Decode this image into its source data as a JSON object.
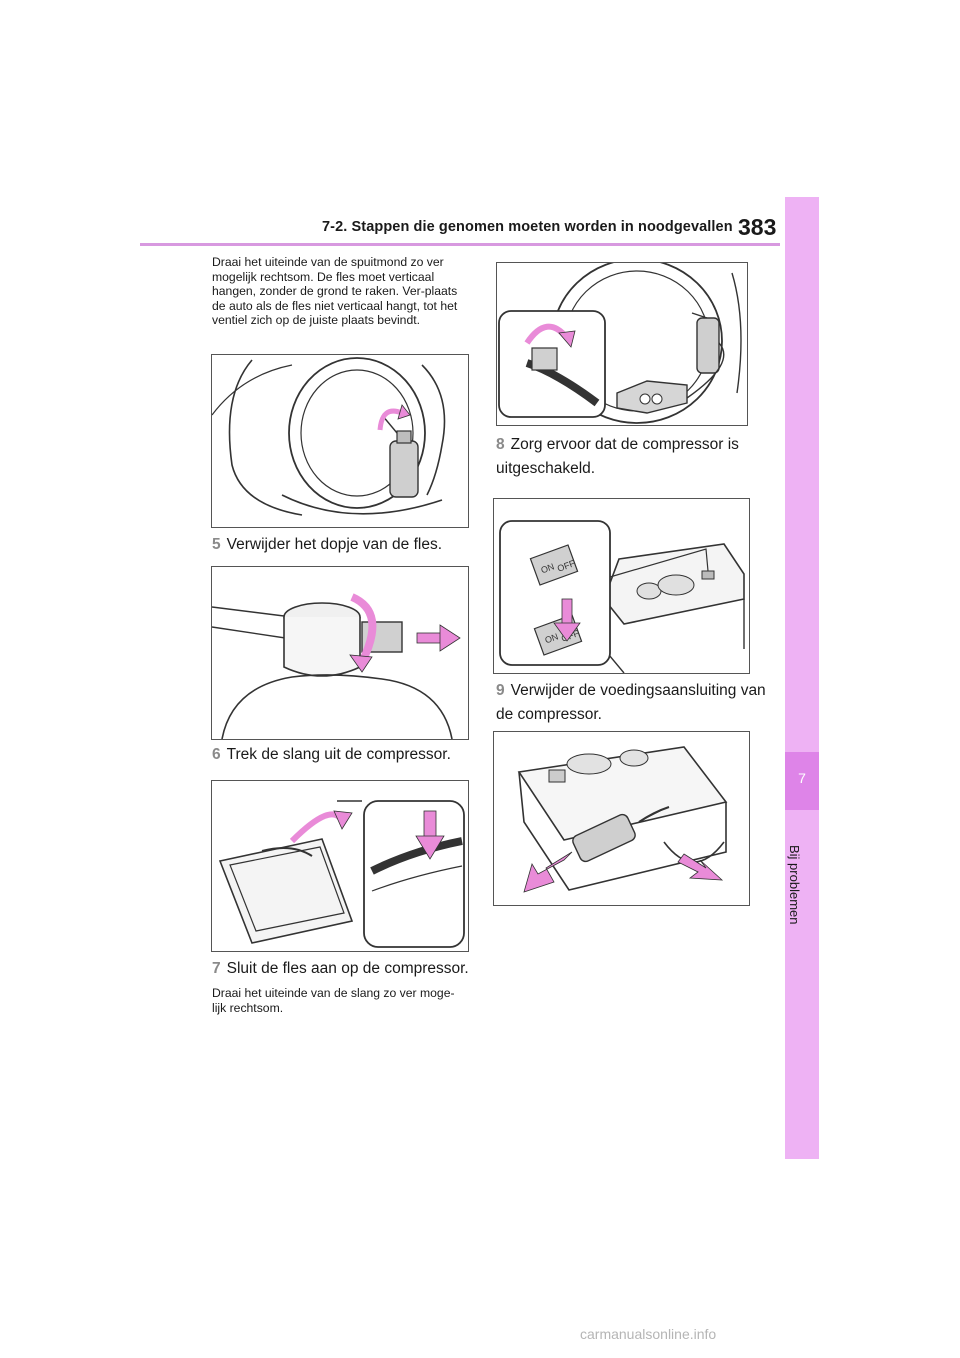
{
  "header": {
    "section_title": "7-2. Stappen die genomen moeten worden in noodgevallen",
    "page_number": "383"
  },
  "side_tab": {
    "chapter_number": "7",
    "chapter_label": "Bij problemen"
  },
  "left_column": {
    "intro_text": "Draai het uiteinde van de spuitmond zo ver mogelijk rechtsom. De fles moet verticaal hangen, zonder de grond te raken. Ver-plaats de auto als de fles niet verticaal hangt, tot het ventiel zich op de juiste plaats bevindt.",
    "step5_number": "5",
    "step5_text": "Verwijder het dopje van de fles.",
    "step6_number": "6",
    "step6_text": "Trek de slang uit de compressor.",
    "step7_number": "7",
    "step7_text": "Sluit de fles aan op de compressor.",
    "step7_note": "Draai het uiteinde van de slang zo ver moge-lijk rechtsom."
  },
  "right_column": {
    "step8_number": "8",
    "step8_text": "Zorg ervoor dat de compressor is uitgeschakeld.",
    "step9_number": "9",
    "step9_text": "Verwijder de voedingsaansluiting van de compressor."
  },
  "figure_labels": {
    "switch_on": "ON",
    "switch_off": "OFF"
  },
  "footer": {
    "watermark": "carmanualsonline.info"
  },
  "colors": {
    "accent_pink": "#eeb2f4",
    "accent_pink_dark": "#de84e8",
    "arrow_pink": "#e98bd8"
  }
}
